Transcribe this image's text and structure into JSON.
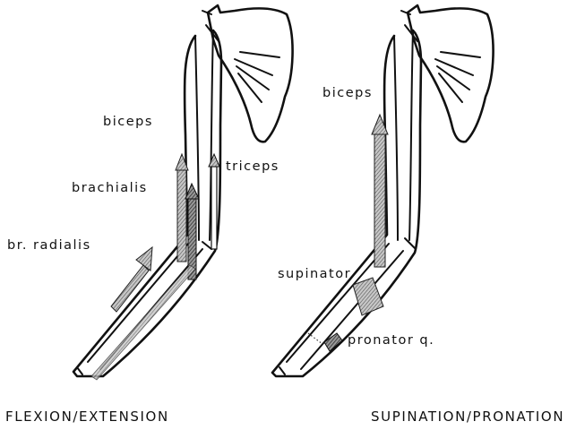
{
  "panels": {
    "flexion": {
      "caption": "FLEXION/EXTENSION",
      "labels": {
        "biceps": "biceps",
        "brachialis": "brachialis",
        "triceps": "triceps",
        "br_radialis": "br. radialis"
      }
    },
    "supination": {
      "caption": "SUPINATION/PRONATION",
      "labels": {
        "biceps": "biceps",
        "supinator": "supinator",
        "pronator": "pronator q."
      }
    }
  },
  "colors": {
    "ink": "#111111",
    "muscle_fill": "#9a9a9a",
    "background": "#ffffff"
  }
}
